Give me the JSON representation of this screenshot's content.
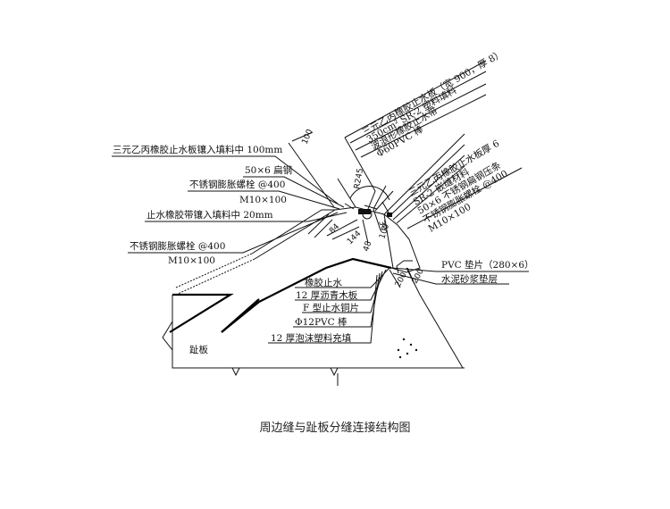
{
  "caption": "周边缝与趾板分缝连接结构图",
  "labels": {
    "left_top": "三元乙丙橡胶止水板镶入填料中 100mm",
    "flat_steel": "50×6 扁钢",
    "bolt_upper_1": "不锈钢膨胀螺栓 @400",
    "bolt_upper_2": "M10×100",
    "rubber_band": "止水橡胶带镶入填料中 20mm",
    "bolt_lower_1": "不锈钢膨胀螺栓 @400",
    "bolt_lower_2": "M10×100",
    "toe_slab": "趾板",
    "rt_1": "三元乙丙橡胶止水板（宽 900，厚 8）",
    "rt_2": "350cm² SR-2 塑料填料",
    "rt_3": "波浪形橡胶止水带",
    "rt_4": "Φ60PVC 棒",
    "r_1": "三元乙丙橡胶止水板厚 6",
    "r_2": "SR-2 嵌缝材料",
    "r_3": "50×6 不锈钢扁钢压条",
    "r_4": "不锈钢膨胀螺栓 @400",
    "r_5": "M10×100",
    "pvc_pad": "PVC 垫片（280×6）",
    "mortar": "水泥砂浆垫层",
    "b_1": "橡胶止水",
    "b_2": "12 厚沥青木板",
    "b_3": "F 型止水铜片",
    "b_4": "Φ12PVC 棒",
    "b_5": "12 厚泡沫塑料充填"
  },
  "dimensions": {
    "d100_top": "100",
    "r245": "R245",
    "d84": "84",
    "d144": "144",
    "d48": "48",
    "d30": "30",
    "d100_mid": "100",
    "d200a": "200",
    "d200b": "200"
  }
}
